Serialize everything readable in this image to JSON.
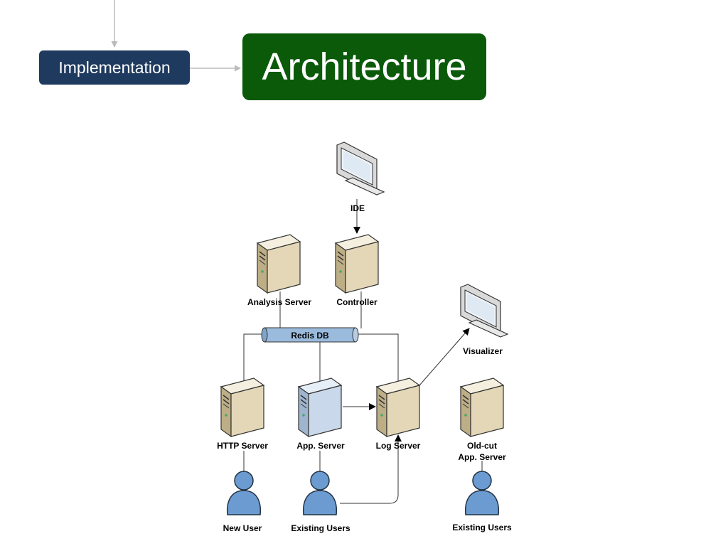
{
  "nav": {
    "implementation_label": "Implementation"
  },
  "slide": {
    "title": "Architecture"
  },
  "diagram": {
    "db_label": "Redis DB",
    "nodes": {
      "ide": "IDE",
      "analysis_server": "Analysis Server",
      "controller": "Controller",
      "visualizer": "Visualizer",
      "http_server": "HTTP Server",
      "app_server": "App. Server",
      "log_server": "Log Server",
      "old_cut_line1": "Old-cut",
      "old_cut_line2": "App. Server",
      "new_user": "New User",
      "existing_users_1": "Existing Users",
      "existing_users_2": "Existing Users"
    }
  },
  "colors": {
    "implementation_bg": "#1f3a5f",
    "title_bg": "#0a5a0a",
    "server_beige": "#e3d7b7",
    "server_blue": "#c9d8ea",
    "user_blue": "#6b9bd1",
    "db_blue": "#9bbbdd"
  },
  "icons": {
    "server": "server-icon",
    "monitor": "monitor-icon",
    "user": "user-icon",
    "database": "database-icon"
  }
}
